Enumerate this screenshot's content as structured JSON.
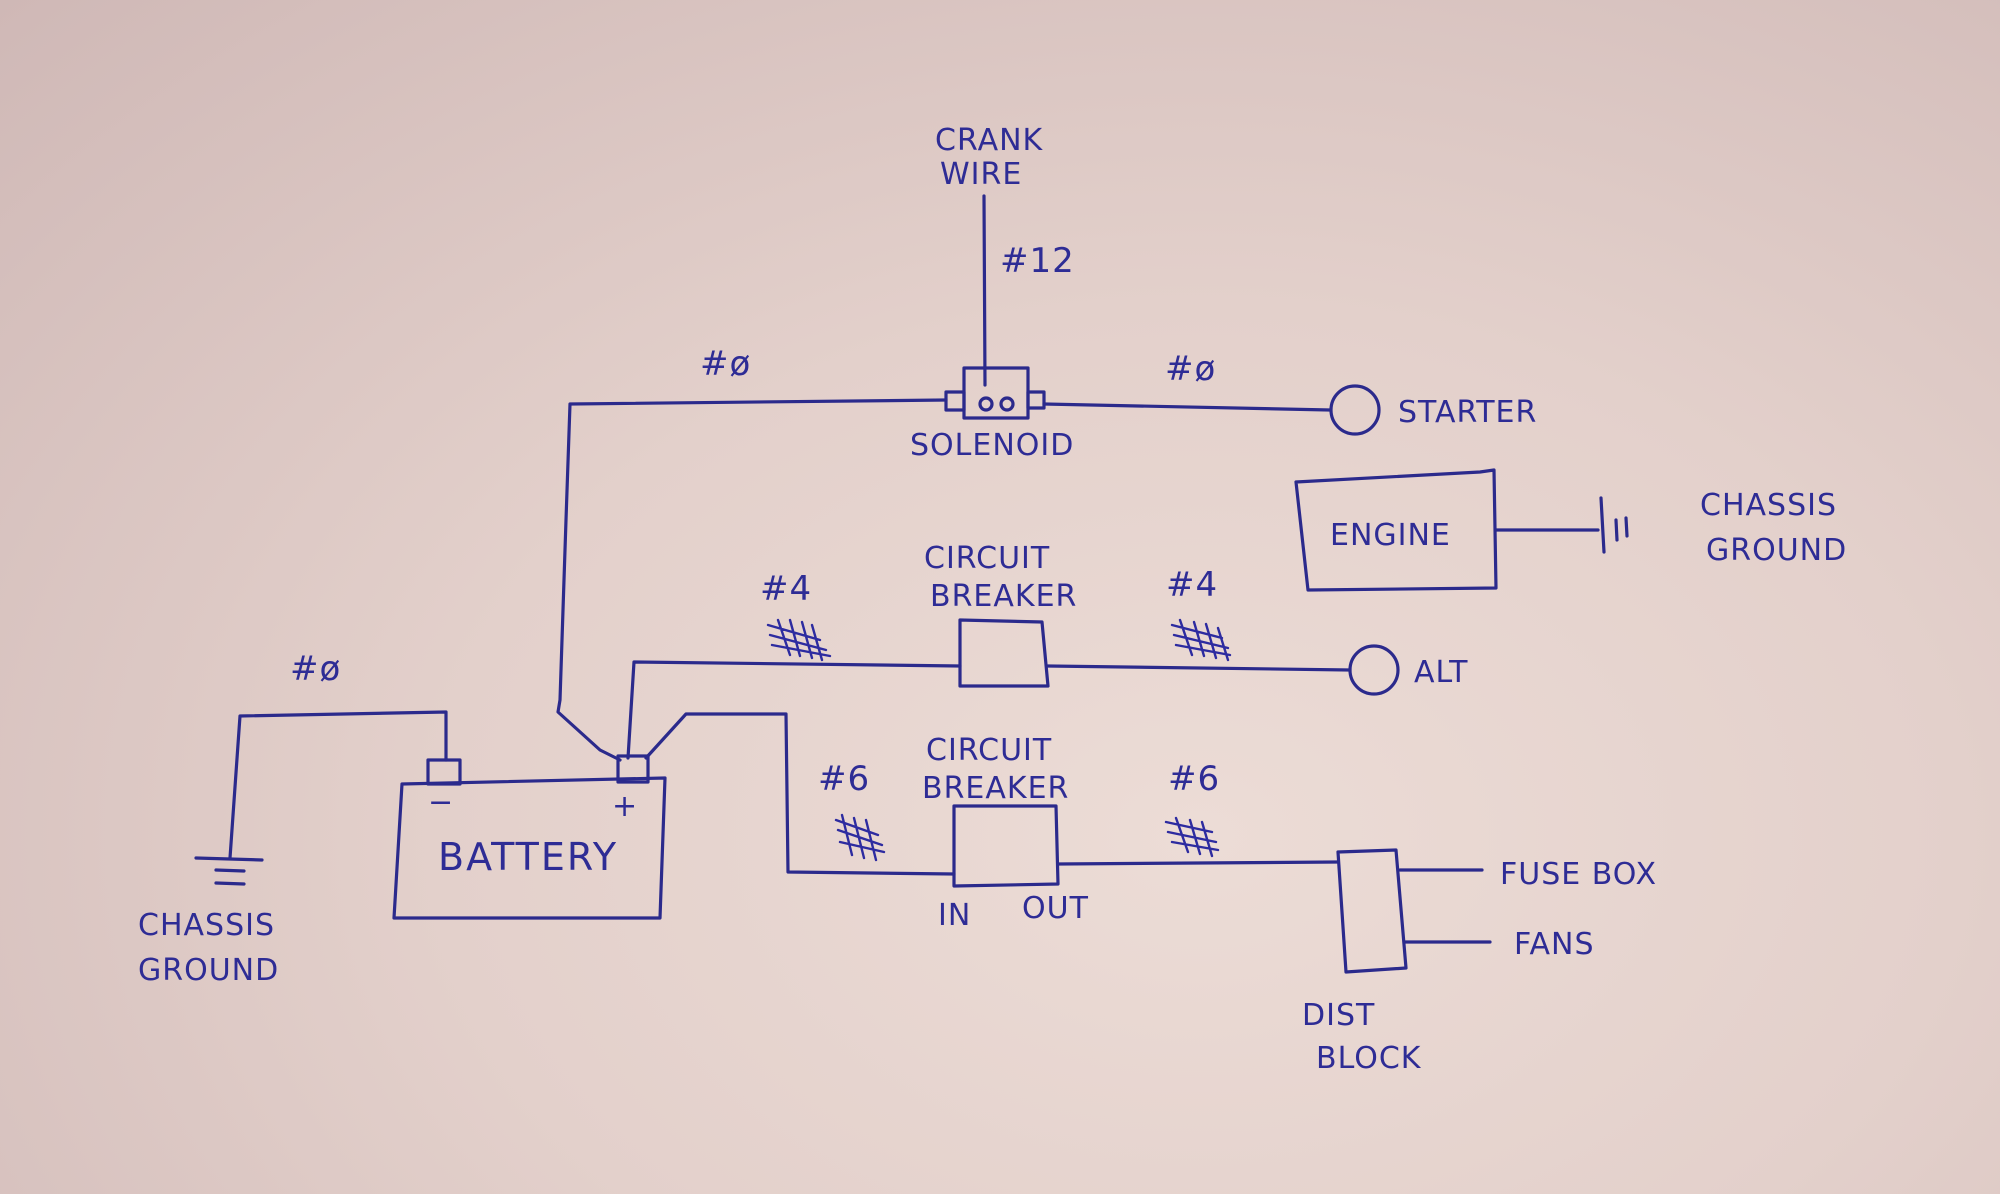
{
  "diagram": {
    "title": "Battery / starter wiring sketch",
    "ink_color": "#2b2a8c",
    "paper_color": "#e6d5cf",
    "labels": {
      "crank_wire": [
        "CRANK",
        "WIRE"
      ],
      "crank_gauge": "#12",
      "solenoid": "SOLENOID",
      "battery_to_solenoid_gauge": "#ø",
      "solenoid_to_starter_gauge": "#ø",
      "starter": "STARTER",
      "engine": "ENGINE",
      "engine_ground": [
        "CHASSIS",
        "GROUND"
      ],
      "breaker1": [
        "CIRCUIT",
        "BREAKER"
      ],
      "breaker1_in_gauge": "#4",
      "breaker1_out_gauge": "#4",
      "alt": "ALT",
      "battery_neg_gauge": "#ø",
      "battery": "BATTERY",
      "battery_neg": "−",
      "battery_pos": "+",
      "battery_ground": [
        "CHASSIS",
        "GROUND"
      ],
      "breaker2": [
        "CIRCUIT",
        "BREAKER"
      ],
      "breaker2_in_gauge": "#6",
      "breaker2_out_gauge": "#6",
      "breaker2_in": "IN",
      "breaker2_out": "OUT",
      "fuse_box": "FUSE BOX",
      "fans": "FANS",
      "dist_block": [
        "DIST",
        "BLOCK"
      ]
    },
    "components": [
      {
        "id": "battery",
        "name": "Battery",
        "type": "battery"
      },
      {
        "id": "solenoid",
        "name": "Solenoid",
        "type": "relay"
      },
      {
        "id": "starter",
        "name": "Starter",
        "type": "terminal"
      },
      {
        "id": "engine",
        "name": "Engine",
        "type": "block"
      },
      {
        "id": "breaker1",
        "name": "Circuit Breaker (ALT)",
        "type": "breaker"
      },
      {
        "id": "alt",
        "name": "Alternator",
        "type": "terminal"
      },
      {
        "id": "breaker2",
        "name": "Circuit Breaker (Dist)",
        "type": "breaker"
      },
      {
        "id": "dist_block",
        "name": "Distribution Block",
        "type": "block"
      },
      {
        "id": "fuse_box",
        "name": "Fuse Box",
        "type": "load"
      },
      {
        "id": "fans",
        "name": "Fans",
        "type": "load"
      },
      {
        "id": "chassis_ground_battery",
        "name": "Chassis Ground",
        "type": "ground"
      },
      {
        "id": "chassis_ground_engine",
        "name": "Chassis Ground",
        "type": "ground"
      }
    ],
    "connections": [
      {
        "from": "crank_wire",
        "to": "solenoid",
        "gauge": "#12"
      },
      {
        "from": "battery+",
        "to": "solenoid",
        "gauge": "#0"
      },
      {
        "from": "solenoid",
        "to": "starter",
        "gauge": "#0"
      },
      {
        "from": "engine",
        "to": "chassis_ground_engine",
        "gauge": ""
      },
      {
        "from": "battery+",
        "to": "breaker1",
        "gauge": "#4"
      },
      {
        "from": "breaker1",
        "to": "alt",
        "gauge": "#4"
      },
      {
        "from": "battery-",
        "to": "chassis_ground_battery",
        "gauge": "#0"
      },
      {
        "from": "battery+",
        "to": "breaker2.in",
        "gauge": "#6"
      },
      {
        "from": "breaker2.out",
        "to": "dist_block",
        "gauge": "#6"
      },
      {
        "from": "dist_block",
        "to": "fuse_box",
        "gauge": ""
      },
      {
        "from": "dist_block",
        "to": "fans",
        "gauge": ""
      }
    ]
  }
}
